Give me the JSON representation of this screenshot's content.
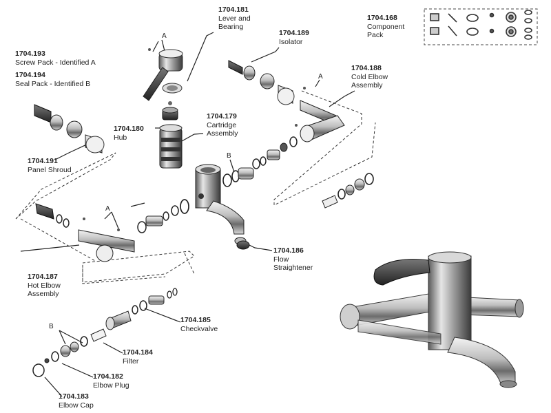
{
  "parts": [
    {
      "id": "p181",
      "code": "1704.181",
      "name": "Lever and Bearing"
    },
    {
      "id": "p189",
      "code": "1704.189",
      "name": "Isolator"
    },
    {
      "id": "p168",
      "code": "1704.168",
      "name": "Component Pack"
    },
    {
      "id": "p193",
      "code": "1704.193",
      "name": "Screw Pack - Identified A"
    },
    {
      "id": "p194",
      "code": "1704.194",
      "name": "Seal Pack - Identified B"
    },
    {
      "id": "p188",
      "code": "1704.188",
      "name": "Cold Elbow Assembly"
    },
    {
      "id": "p180",
      "code": "1704.180",
      "name": "Hub"
    },
    {
      "id": "p179",
      "code": "1704.179",
      "name": "Cartridge Assembly"
    },
    {
      "id": "p191",
      "code": "1704.191",
      "name": "Panel Shroud"
    },
    {
      "id": "p186",
      "code": "1704.186",
      "name": "Flow Straightener"
    },
    {
      "id": "p187",
      "code": "1704.187",
      "name": "Hot Elbow Assembly"
    },
    {
      "id": "p185",
      "code": "1704.185",
      "name": "Checkvalve"
    },
    {
      "id": "p184",
      "code": "1704.184",
      "name": "Filter"
    },
    {
      "id": "p182",
      "code": "1704.182",
      "name": "Elbow Plug"
    },
    {
      "id": "p183",
      "code": "1704.183",
      "name": "Elbow Cap"
    }
  ],
  "markers": {
    "screw": "A",
    "seal": "B"
  }
}
